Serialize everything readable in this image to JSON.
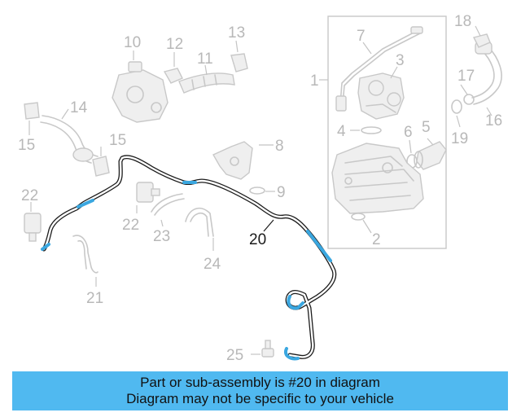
{
  "callouts": {
    "c1": "1",
    "c2": "2",
    "c3": "3",
    "c4": "4",
    "c5": "5",
    "c6": "6",
    "c7": "7",
    "c8": "8",
    "c9": "9",
    "c10": "10",
    "c11": "11",
    "c12": "12",
    "c13": "13",
    "c14": "14",
    "c15a": "15",
    "c15b": "15",
    "c16": "16",
    "c17": "17",
    "c18": "18",
    "c19": "19",
    "c20": "20",
    "c21": "21",
    "c22a": "22",
    "c22b": "22",
    "c23": "23",
    "c24": "24",
    "c25": "25"
  },
  "banner": {
    "line1": "Part or sub-assembly is #20 in diagram",
    "line2": "Diagram may not be specific to your vehicle"
  },
  "colors": {
    "highlight": "#50b9f0",
    "hose_accent": "#3aa7e0",
    "callout": "#b8b8b8"
  }
}
